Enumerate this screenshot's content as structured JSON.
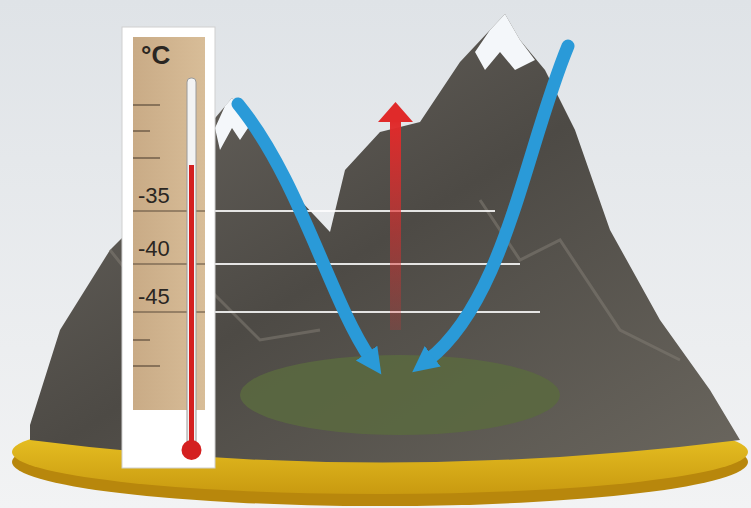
{
  "diagram": {
    "labels": [
      "°C",
      "-35",
      "-40",
      "-45"
    ]
  }
}
